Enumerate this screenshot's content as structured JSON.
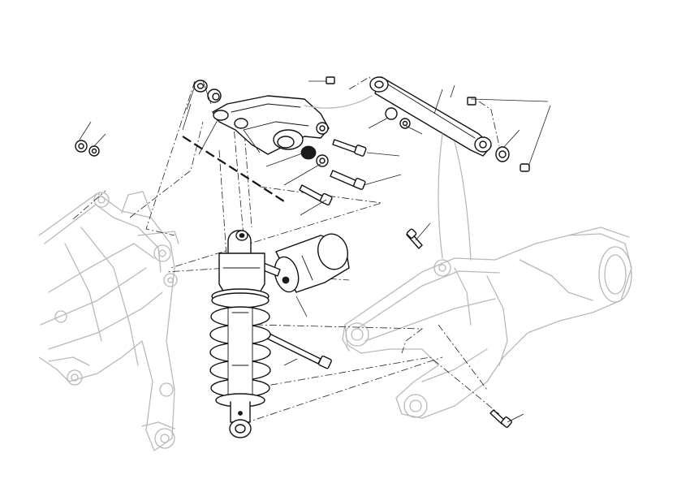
{
  "diagram": {
    "description_visible_text": "",
    "parts": [
      {
        "name": "shock-absorber"
      },
      {
        "name": "rocker-arm"
      },
      {
        "name": "tie-rod"
      },
      {
        "name": "swingarm"
      },
      {
        "name": "frame"
      }
    ],
    "colors": {
      "line": "#111111",
      "ghost": "#b9b9b9",
      "background": "#ffffff"
    }
  }
}
